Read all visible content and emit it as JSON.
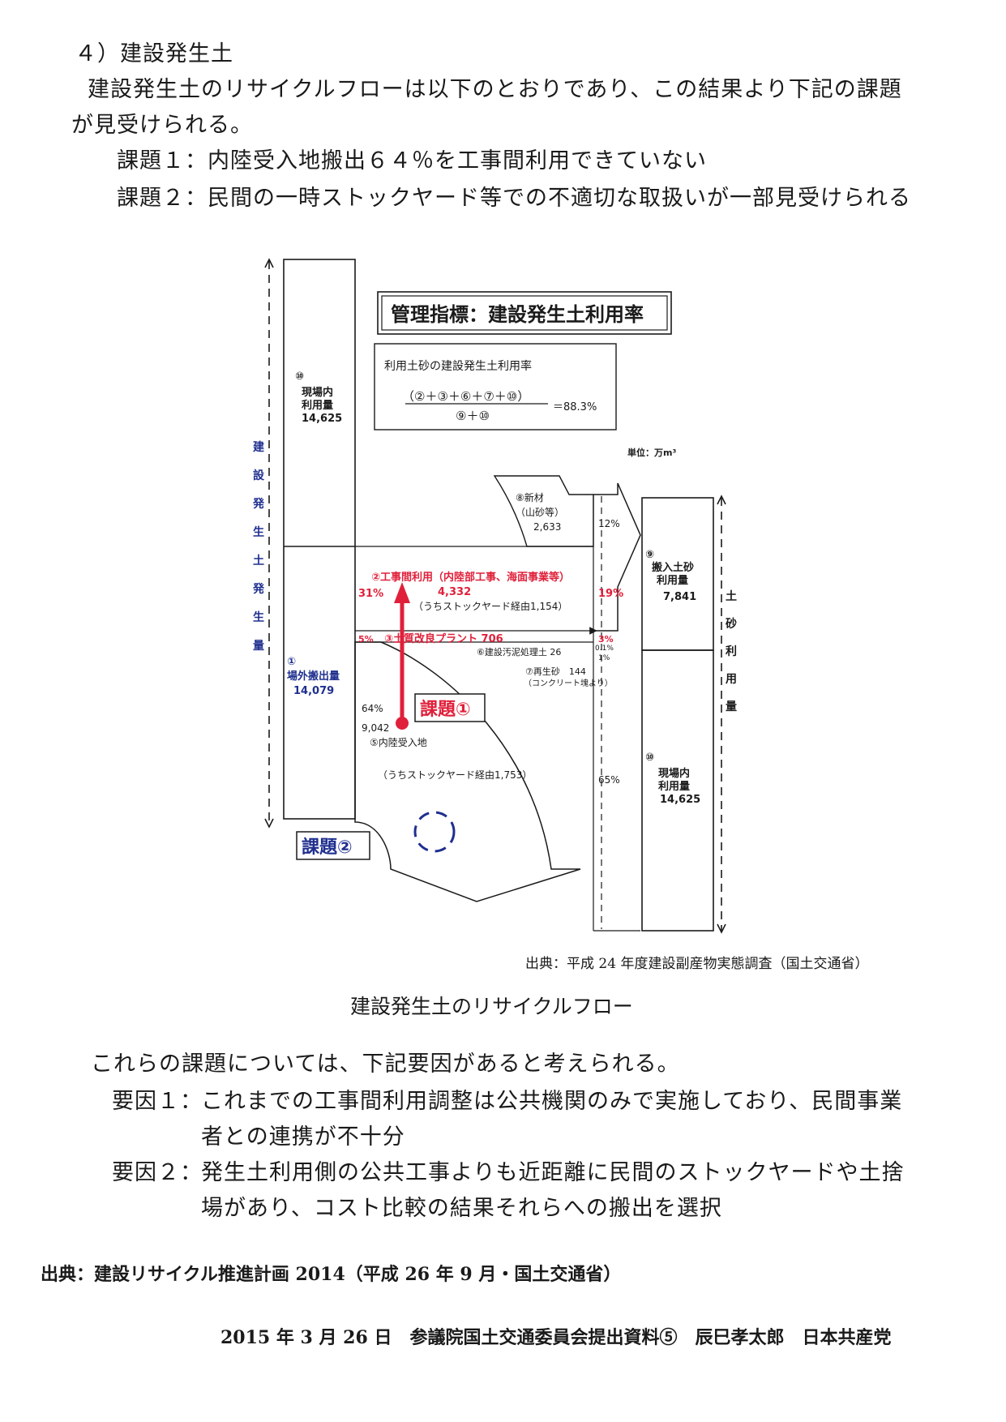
{
  "section_heading": "４）建設発生土",
  "intro": {
    "line1": "建設発生土のリサイクルフローは以下のとおりであり、この結果より下記の課題",
    "line2": "が見受けられる。"
  },
  "issues": [
    {
      "label": "課題１：",
      "text": "内陸受入地搬出６４％を工事間利用できていない"
    },
    {
      "label": "課題２：",
      "text": "民間の一時ストックヤード等での不適切な取扱いが一部見受けられる"
    }
  ],
  "diagram": {
    "mgmt_title": "管理指標：建設発生土利用率",
    "formula_title": "利用土砂の建設発生土利用率",
    "formula_numerator": "（②＋③＋⑥＋⑦＋⑩）",
    "formula_denominator": "⑨＋⑩",
    "formula_result": "＝88.3%",
    "unit": "単位：万m³",
    "left_vertical_label": "建設発生土発生量",
    "right_vertical_label": "土砂利用量",
    "box10_left": {
      "label1": "⑩",
      "label2": "現場内",
      "label3": "利用量",
      "value": "14,625"
    },
    "box1": {
      "label1": "①",
      "label2": "場外搬出量",
      "value": "14,079"
    },
    "box8": {
      "label1": "⑧新材",
      "label2": "（山砂等）",
      "value": "2,633"
    },
    "box9": {
      "label1": "⑨",
      "label2": "搬入土砂",
      "label3": "利用量",
      "value": "7,841"
    },
    "box10_right": {
      "label1": "⑩",
      "label2": "現場内",
      "label3": "利用量",
      "value": "14,625"
    },
    "flow2": {
      "label": "②工事間利用（内陸部工事、海面事業等）",
      "value": "4,332",
      "note": "（うちストックヤード経由1,154）"
    },
    "flow3": {
      "label": "③土質改良プラント 706"
    },
    "flow5": {
      "pct": "64%",
      "value": "9,042",
      "label": "⑤内陸受入地",
      "note": "（うちストックヤード経由1,753）"
    },
    "flow6": "⑥建設汚泥処理土 26",
    "flow7": {
      "label": "⑦再生砂　144",
      "note": "（コンクリート塊より）"
    },
    "pct_left_31": "31%",
    "pct_left_5": "5%",
    "pct_right_12": "12%",
    "pct_right_19": "19%",
    "pct_right_3": "3%",
    "pct_right_01": "0.1%",
    "pct_right_1": "1%",
    "pct_right_65": "65%",
    "kadai1": "課題①",
    "kadai2": "課題②",
    "source": "出典：平成 24 年度建設副産物実態調査（国土交通省）",
    "caption": "建設発生土のリサイクルフロー"
  },
  "factors_intro": "これらの課題については、下記要因があると考えられる。",
  "factors": [
    {
      "label": "要因１：",
      "line1": "これまでの工事間利用調整は公共機関のみで実施しており、民間事業",
      "line2": "者との連携が不十分"
    },
    {
      "label": "要因２：",
      "line1": "発生土利用側の公共工事よりも近距離に民間のストックヤードや土捨",
      "line2": "場があり、コスト比較の結果それらへの搬出を選択"
    }
  ],
  "doc_source": "出典：建設リサイクル推進計画 2014（平成 26 年 9 月・国土交通省）",
  "footer": "2015 年 3 月 26 日　参議院国土交通委員会提出資料⑤　辰巳孝太郎　日本共産党",
  "colors": {
    "red": "#e0203a",
    "blue": "#1f2f8f",
    "black": "#1a1a1a"
  }
}
